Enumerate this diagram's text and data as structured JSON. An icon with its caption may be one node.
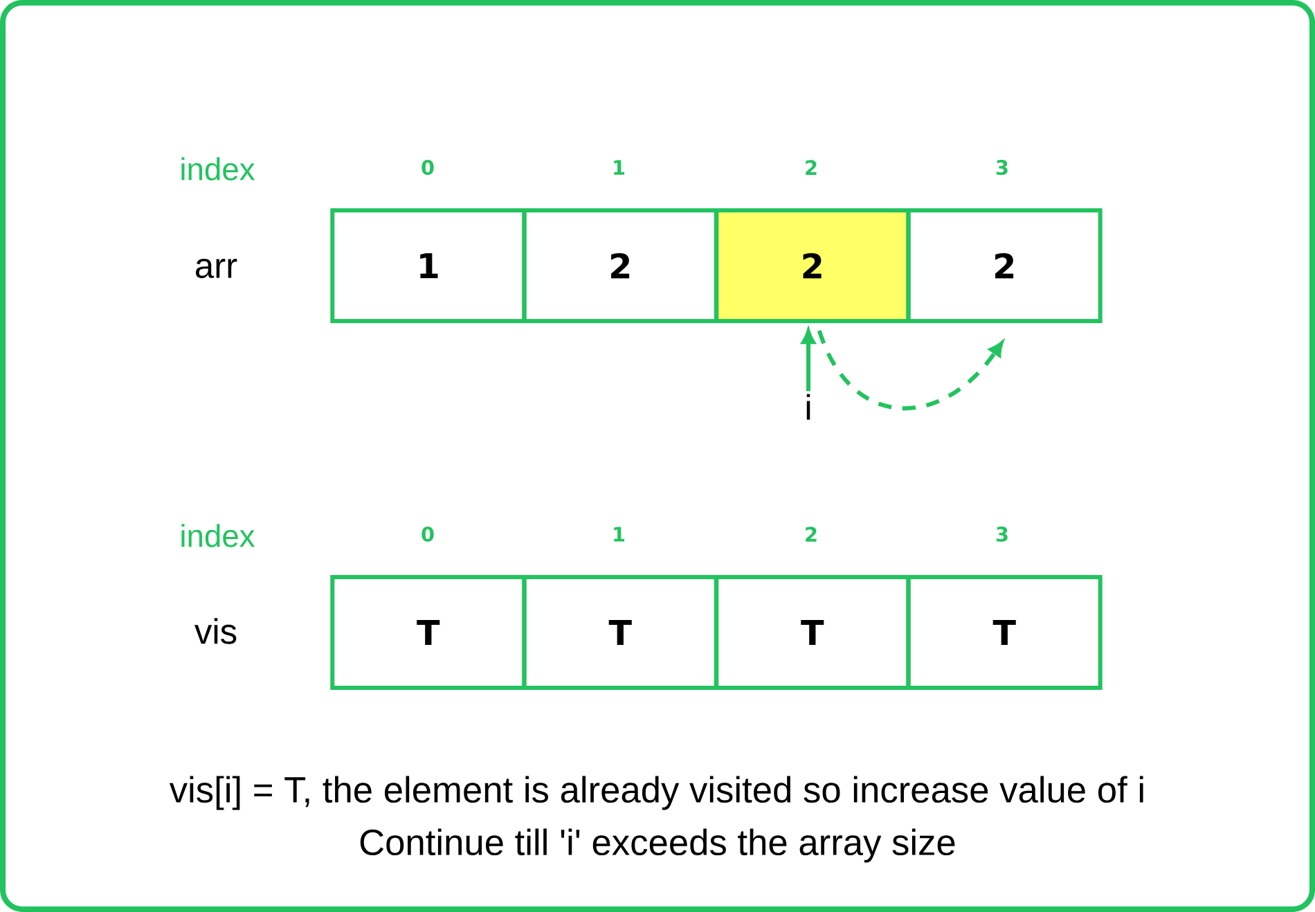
{
  "diagram": {
    "nodes": [
      {
        "text": [
          "1"
        ]
      },
      {
        "text": [
          "2"
        ]
      },
      {
        "text": [
          "2"
        ]
      },
      {
        "text": [
          "2"
        ]
      },
      {
        "text": [
          "i"
        ]
      },
      {
        "text": [
          "T"
        ]
      },
      {
        "text": [
          "T"
        ]
      },
      {
        "text": [
          "T"
        ]
      },
      {
        "text": [
          "T"
        ]
      }
    ],
    "edges": [
      {
        "from": 4,
        "to": 2,
        "arrow": "to"
      },
      {
        "from": 2,
        "to": 3,
        "arrow": "to",
        "style": "dashed"
      }
    ],
    "labels": [
      "index",
      "0",
      "1",
      "2",
      "3",
      "arr",
      "index",
      "0",
      "1",
      "2",
      "3",
      "vis",
      "vis[i] = T, the element is already visited so increase value of i",
      "Continue till 'i' exceeds the array size"
    ]
  }
}
